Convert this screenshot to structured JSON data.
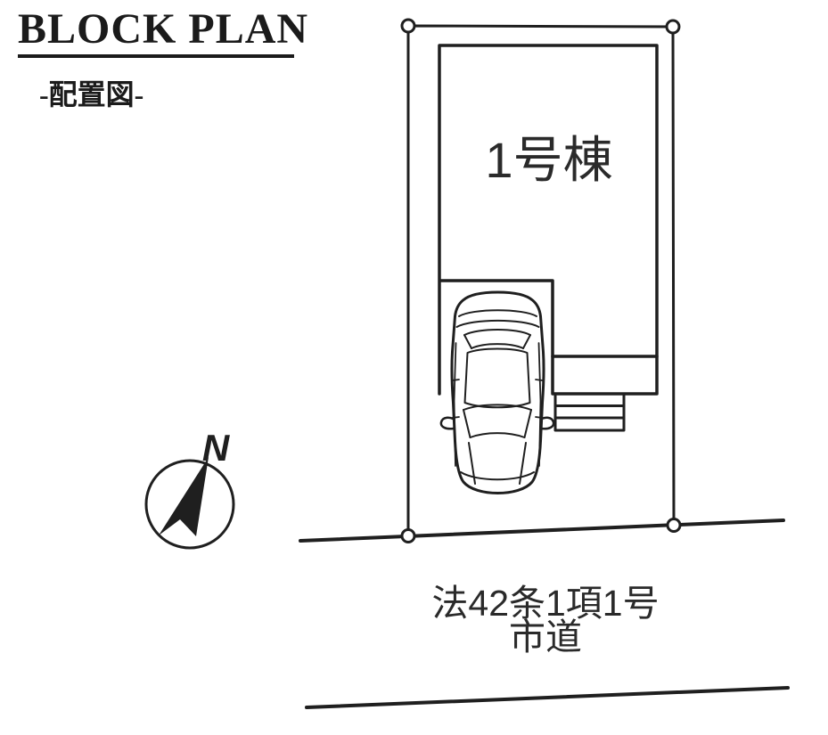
{
  "header": {
    "title": "BLOCK PLAN",
    "subtitle": "-配置図-"
  },
  "plan": {
    "building_label": "1号棟",
    "road_label_line1": "法42条1項1号",
    "road_label_line2": "市道",
    "compass_label": "N"
  },
  "colors": {
    "background": "#ffffff",
    "line": "#1f1f1f",
    "text": "#2a2a2a"
  }
}
